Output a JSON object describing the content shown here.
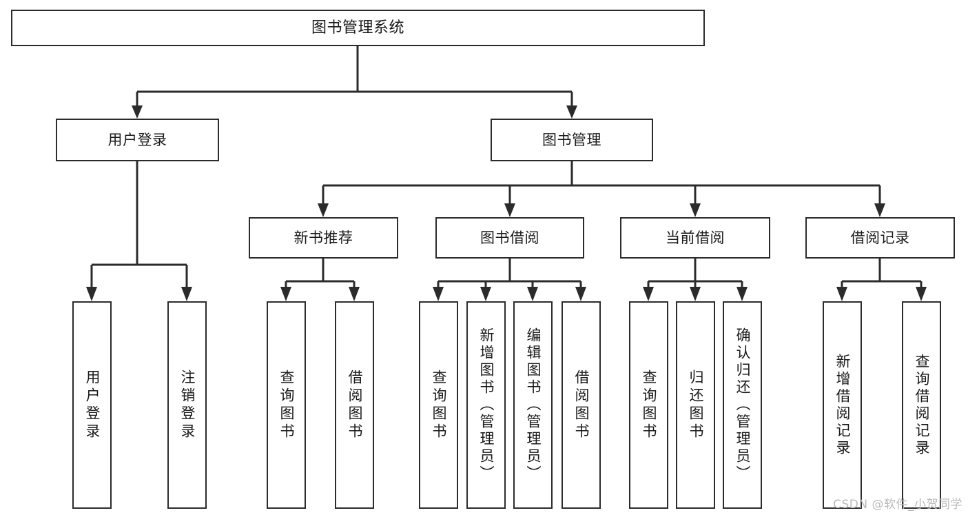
{
  "diagram": {
    "type": "tree",
    "title": "图书管理系统",
    "colors": {
      "stroke": "#2b2b2b",
      "fill": "#ffffff",
      "text": "#1a1a1a",
      "watermark": "#b9b9b9"
    }
  },
  "root": {
    "label": "图书管理系统"
  },
  "level1": [
    {
      "label": "用户登录"
    },
    {
      "label": "图书管理"
    }
  ],
  "level2": [
    {
      "label": "新书推荐"
    },
    {
      "label": "图书借阅"
    },
    {
      "label": "当前借阅"
    },
    {
      "label": "借阅记录"
    }
  ],
  "leaves": {
    "user_login": [
      {
        "label": "用户登录"
      },
      {
        "label": "注销登录"
      }
    ],
    "new_book": [
      {
        "label": "查询图书"
      },
      {
        "label": "借阅图书"
      }
    ],
    "borrow_book": [
      {
        "label": "查询图书"
      },
      {
        "label": "新增图书（管理员）"
      },
      {
        "label": "编辑图书（管理员）"
      },
      {
        "label": "借阅图书"
      }
    ],
    "current_borrow": [
      {
        "label": "查询图书"
      },
      {
        "label": "归还图书"
      },
      {
        "label": "确认归还（管理员）"
      }
    ],
    "borrow_record": [
      {
        "label": "新增借阅记录"
      },
      {
        "label": "查询借阅记录"
      }
    ]
  },
  "watermark": {
    "text": "CSDN @软件_小贺同学"
  }
}
